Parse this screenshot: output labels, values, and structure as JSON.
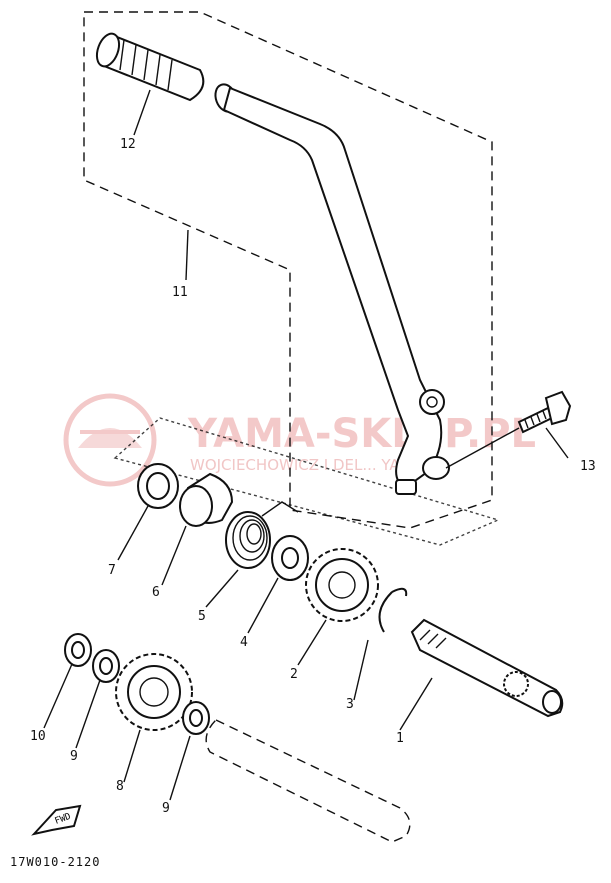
{
  "watermark": {
    "brand": "YAMA-SKLEP.PL",
    "tagline": "WOJCIECHOWICZ I DEL... YAMAHA",
    "color": "#f3c9c9"
  },
  "labels": {
    "p1": "1",
    "p2": "2",
    "p3": "3",
    "p4": "4",
    "p5": "5",
    "p6": "6",
    "p7": "7",
    "p8": "8",
    "p9a": "9",
    "p9b": "9",
    "p10": "10",
    "p11": "11",
    "p12": "12",
    "p13": "13"
  },
  "fwd_label": "FWD",
  "diagram_code": "17W010-2120"
}
